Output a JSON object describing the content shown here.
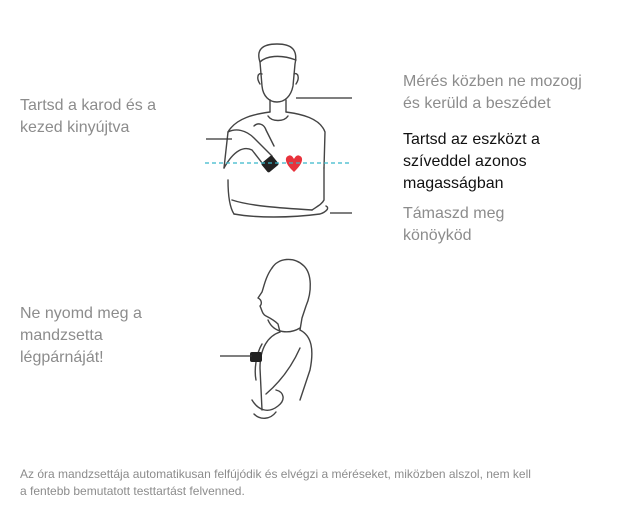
{
  "instructions": {
    "arm_extend": "Tartsd a karod és a\nkezed kinyújtva",
    "stay_still": "Mérés közben ne mozogj\nés kerüld a beszédet",
    "heart_level": "Tartsd az eszközt a\nszíveddel azonos\nmagasságban",
    "support_elbow": "Támaszd meg\nkönöyköd",
    "no_press_cuff": "Ne nyomd meg a\nmandzsetta\nlégpárnáját!"
  },
  "footnote": "Az óra mandzsettája automatikusan felfújódik és elvégzi a méréseket, miközben alszol, nem kell\na fentebb bemutatott testtartást felvenned.",
  "colors": {
    "heart": "#e8323c",
    "guide_line": "#38b7c9",
    "watch": "#222222"
  }
}
